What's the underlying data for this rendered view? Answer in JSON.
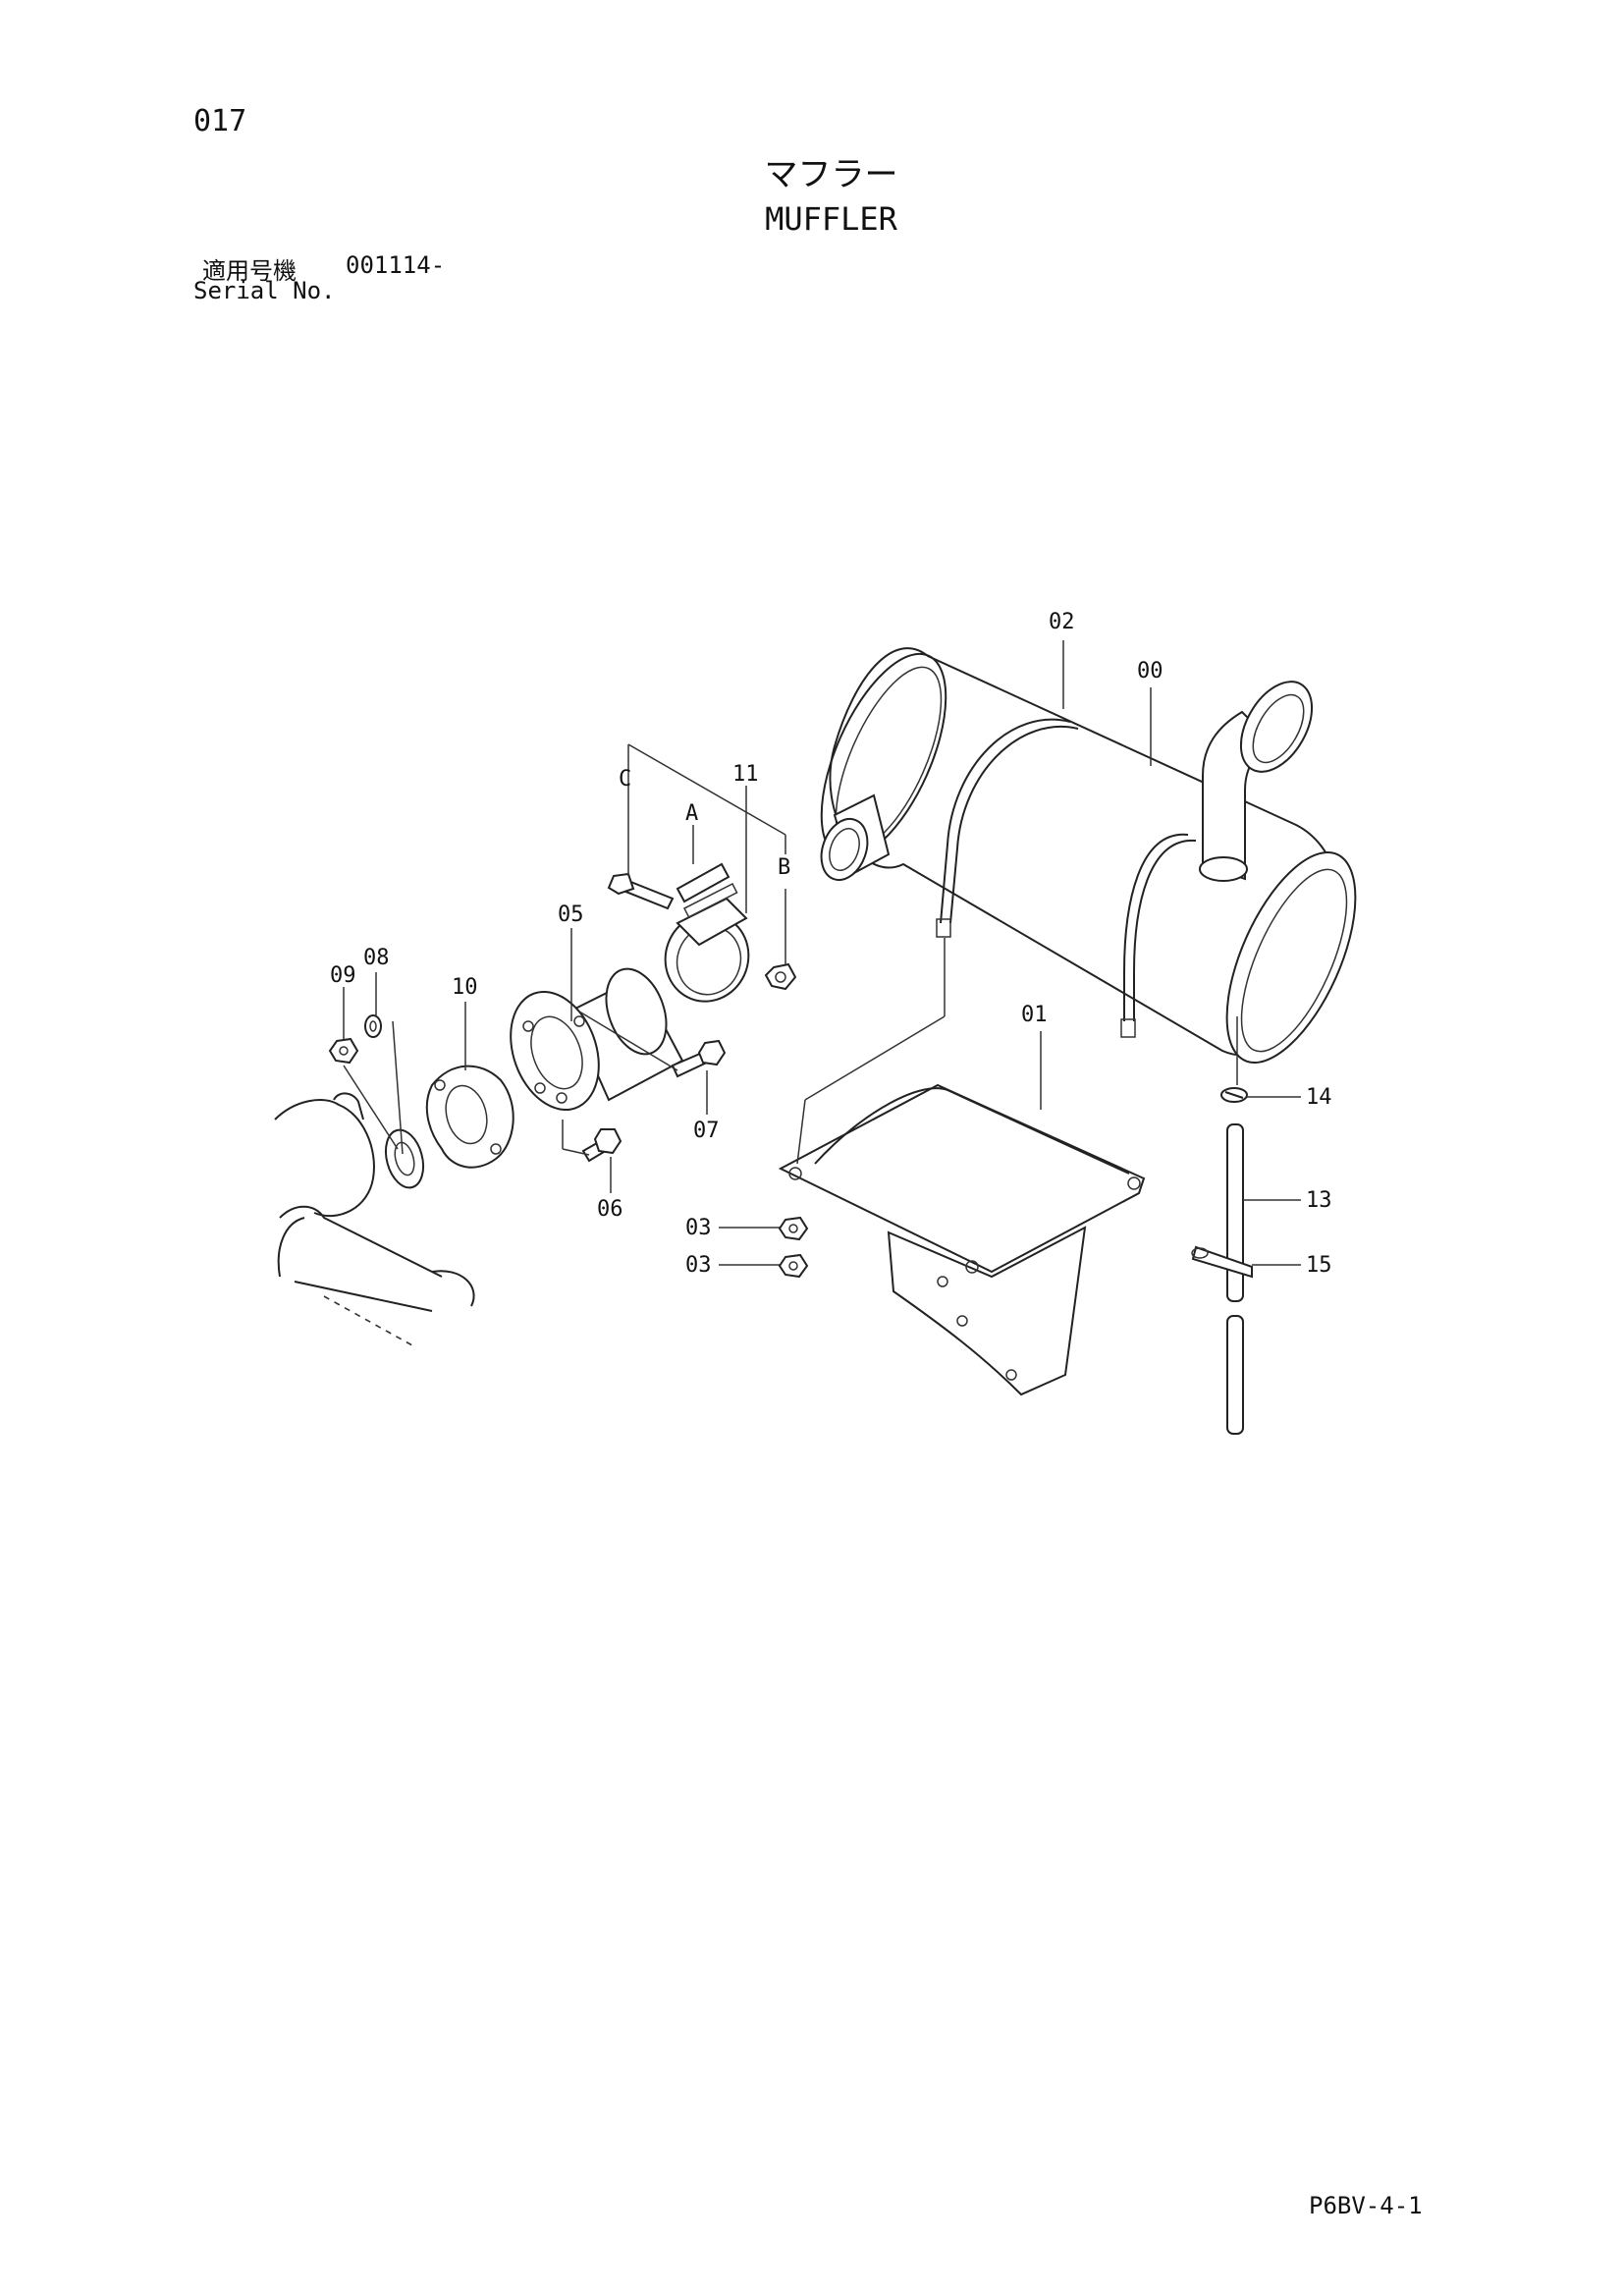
{
  "page_number": "017",
  "title_jp": "マフラー",
  "title_en": "MUFFLER",
  "serial": {
    "label_jp": "適用号機",
    "value": "001114-",
    "label_en": "Serial No."
  },
  "callouts": {
    "p00": "00",
    "p01": "01",
    "p02": "02",
    "p03a": "03",
    "p03b": "03",
    "p05": "05",
    "p06": "06",
    "p07": "07",
    "p08": "08",
    "p09": "09",
    "p10": "10",
    "p11": "11",
    "p13": "13",
    "p14": "14",
    "p15": "15",
    "ref_a": "A",
    "ref_b": "B",
    "ref_c": "C"
  },
  "page_code": "P6BV-4-1"
}
